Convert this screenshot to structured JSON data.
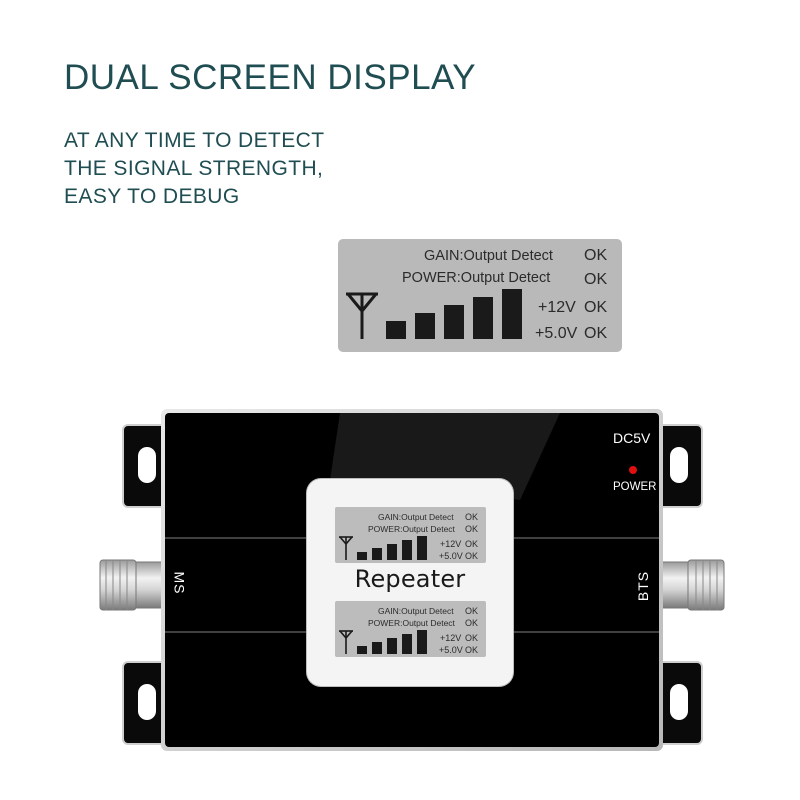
{
  "heading": "DUAL SCREEN DISPLAY",
  "subtitle_lines": [
    "AT ANY TIME TO DETECT",
    "THE SIGNAL STRENGTH,",
    "EASY TO DEBUG"
  ],
  "display": {
    "gain_label": "GAIN:Output Detect",
    "power_label": "POWER:Output Detect",
    "v12_label": "+12V",
    "v5_label": "+5.0V",
    "ok": "OK",
    "signal_bars": 5,
    "signal_level": 1.0
  },
  "device": {
    "name": "Repeater",
    "dc_label": "DC5V",
    "power_led_label": "POWER",
    "left_port_label": "MS",
    "right_port_label": "BTS",
    "led_color": "#e01010",
    "body_color": "#000000"
  }
}
